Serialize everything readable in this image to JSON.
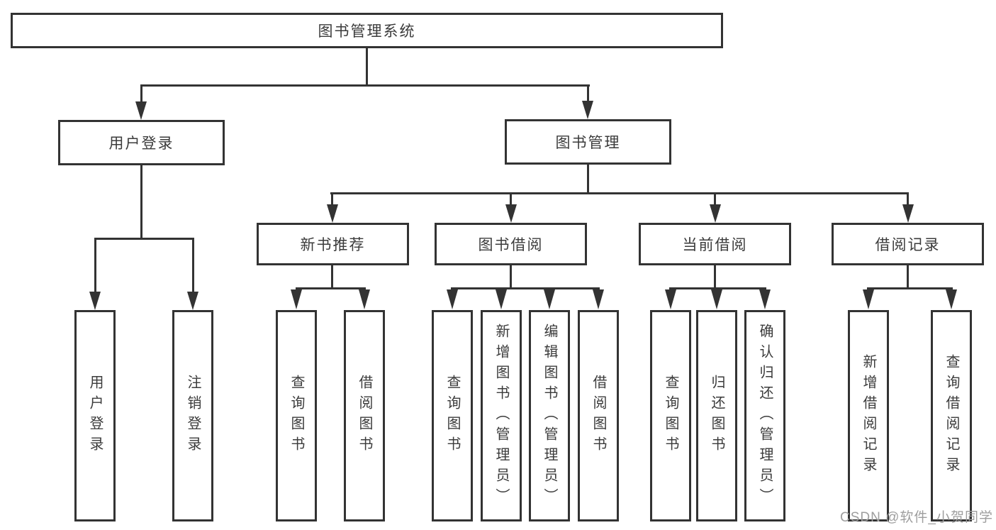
{
  "tree": {
    "root": {
      "label": "图书管理系统"
    },
    "children": [
      {
        "label": "用户登录",
        "children": [
          {
            "label": "用户登录"
          },
          {
            "label": "注销登录"
          }
        ]
      },
      {
        "label": "图书管理",
        "children": [
          {
            "label": "新书推荐",
            "children": [
              {
                "label": "查询图书"
              },
              {
                "label": "借阅图书"
              }
            ]
          },
          {
            "label": "图书借阅",
            "children": [
              {
                "label": "查询图书"
              },
              {
                "label": "新增图书（管理员）"
              },
              {
                "label": "编辑图书（管理员）"
              },
              {
                "label": "借阅图书"
              }
            ]
          },
          {
            "label": "当前借阅",
            "children": [
              {
                "label": "查询图书"
              },
              {
                "label": "归还图书"
              },
              {
                "label": "确认归还（管理员）"
              }
            ]
          },
          {
            "label": "借阅记录",
            "children": [
              {
                "label": "新增借阅记录"
              },
              {
                "label": "查询借阅记录"
              }
            ]
          }
        ]
      }
    ]
  },
  "watermark": {
    "text": "CSDN @软件_小贺同学"
  },
  "colors": {
    "line": "#333333",
    "text": "#3b3b3b",
    "background": "#ffffff",
    "watermark": "#9e9e9e"
  }
}
